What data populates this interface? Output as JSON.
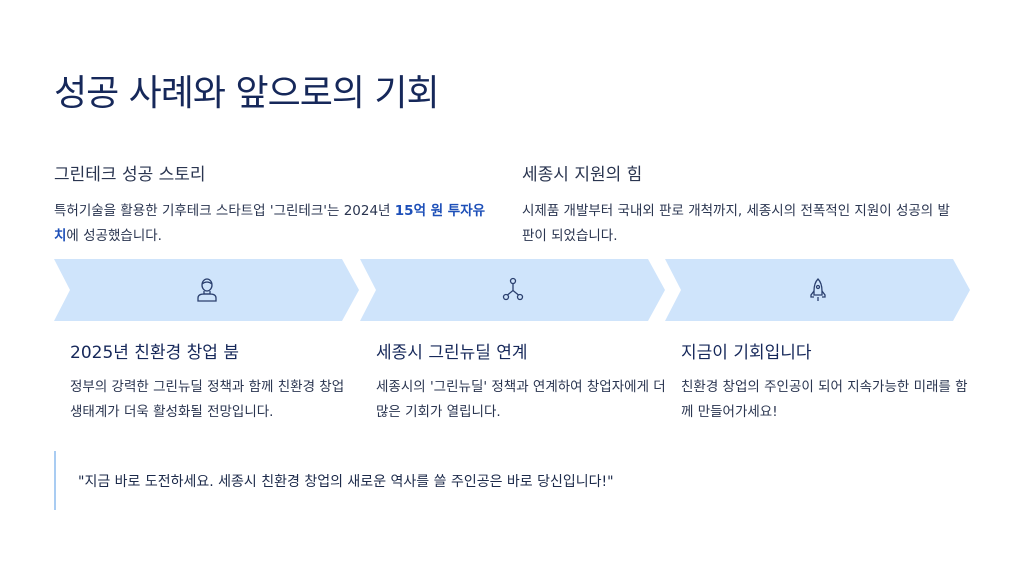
{
  "title": "성공 사례와 앞으로의 기회",
  "left": {
    "heading": "그린테크 성공 스토리",
    "text_before": "특허기술을 활용한 기후테크 스타트업 '그린테크'는 2024년 ",
    "highlight": "15억 원 투자유치",
    "text_after": "에 성공했습니다."
  },
  "right": {
    "heading": "세종시 지원의 힘",
    "text": "시제품 개발부터 국내외 판로 개척까지, 세종시의 전폭적인 지원이 성공의 발판이 되었습니다."
  },
  "steps": [
    {
      "icon": "person-icon",
      "title": "2025년 친환경 창업 붐",
      "text": "정부의 강력한 그린뉴딜 정책과 함께 친환경 창업 생태계가 더욱 활성화될 전망입니다."
    },
    {
      "icon": "network-icon",
      "title": "세종시 그린뉴딜 연계",
      "text": "세종시의 '그린뉴딜' 정책과 연계하여 창업자에게 더 많은 기회가 열립니다."
    },
    {
      "icon": "rocket-icon",
      "title": "지금이 기회입니다",
      "text": "친환경 창업의 주인공이 되어 지속가능한 미래를 함께 만들어가세요!"
    }
  ],
  "quote": "\"지금 바로 도전하세요. 세종시 친환경 창업의 새로운 역사를 쓸 주인공은 바로 당신입니다!\"",
  "colors": {
    "chevron": "#cfe4fb",
    "accent": "#1d4fb8",
    "title": "#16285a"
  }
}
